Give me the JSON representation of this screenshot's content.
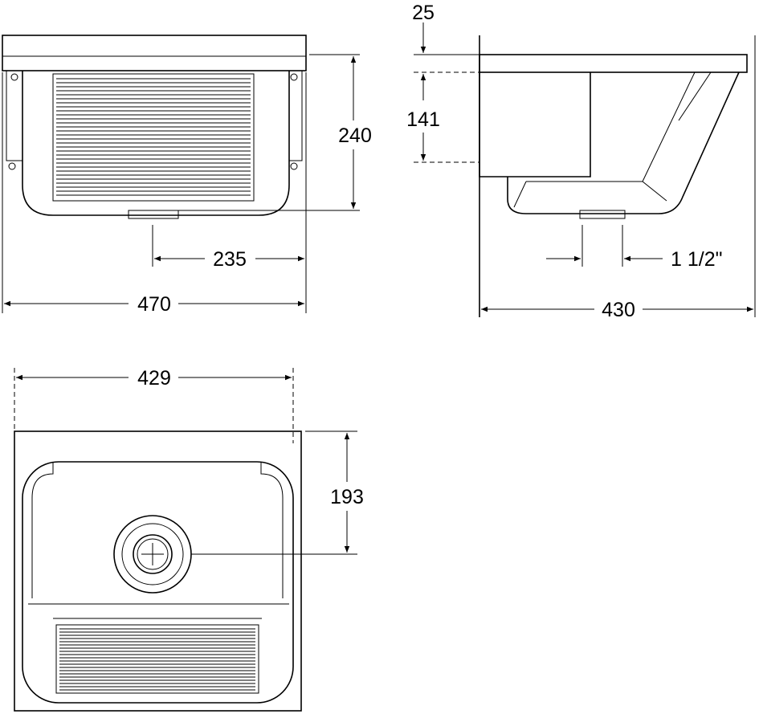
{
  "drawing": {
    "front_view": {
      "height_label": "240",
      "drain_offset_label": "235",
      "width_label": "470"
    },
    "side_view": {
      "rim_label": "25",
      "depth_label": "141",
      "drain_size_label": "1 1/2\"",
      "length_label": "430"
    },
    "top_view": {
      "inner_width_label": "429",
      "drain_position_label": "193"
    }
  }
}
